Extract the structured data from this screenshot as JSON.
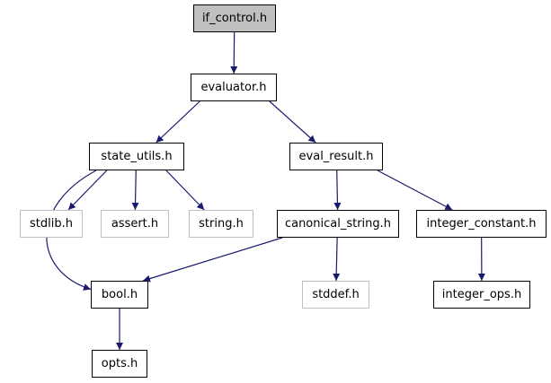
{
  "colors": {
    "edge": "#191970",
    "node_border": "#000000",
    "system_border": "#bfbfbf",
    "current_fill": "#bfbfbf"
  },
  "nodes": {
    "if_control": {
      "label": "if_control.h"
    },
    "evaluator": {
      "label": "evaluator.h"
    },
    "state_utils": {
      "label": "state_utils.h"
    },
    "eval_result": {
      "label": "eval_result.h"
    },
    "stdlib": {
      "label": "stdlib.h"
    },
    "assert": {
      "label": "assert.h"
    },
    "string": {
      "label": "string.h"
    },
    "canonical_string": {
      "label": "canonical_string.h"
    },
    "integer_constant": {
      "label": "integer_constant.h"
    },
    "bool": {
      "label": "bool.h"
    },
    "stddef": {
      "label": "stddef.h"
    },
    "integer_ops": {
      "label": "integer_ops.h"
    },
    "opts": {
      "label": "opts.h"
    }
  },
  "edges": [
    [
      "if_control",
      "evaluator"
    ],
    [
      "evaluator",
      "state_utils"
    ],
    [
      "evaluator",
      "eval_result"
    ],
    [
      "state_utils",
      "stdlib"
    ],
    [
      "state_utils",
      "assert"
    ],
    [
      "state_utils",
      "string"
    ],
    [
      "state_utils",
      "bool"
    ],
    [
      "eval_result",
      "canonical_string"
    ],
    [
      "eval_result",
      "integer_constant"
    ],
    [
      "canonical_string",
      "bool"
    ],
    [
      "canonical_string",
      "stddef"
    ],
    [
      "integer_constant",
      "integer_ops"
    ],
    [
      "bool",
      "opts"
    ]
  ]
}
